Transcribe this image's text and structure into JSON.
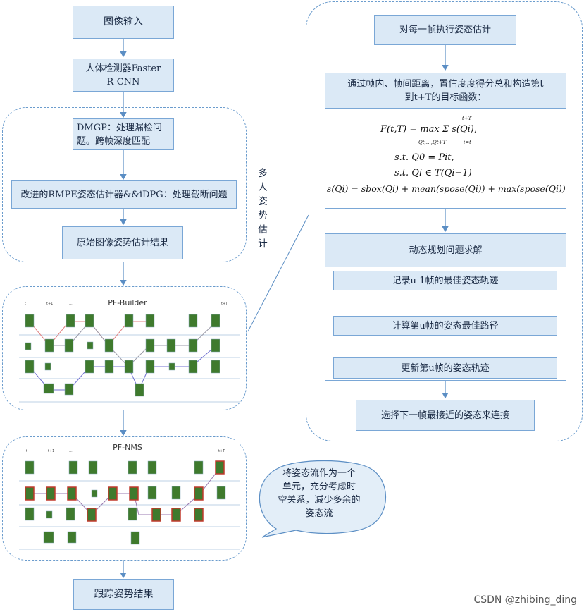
{
  "left": {
    "input": "图像输入",
    "detector": [
      "人体检测器Faster",
      "R-CNN"
    ],
    "dmgp": [
      "DMGP：处理漏检问",
      "题。跨帧深度匹配"
    ],
    "rmpe": "改进的RMPE姿态估计器&&iDPG：处理截断问题",
    "raw_result": "原始图像姿势估计结果",
    "group_label": [
      "多",
      "人",
      "姿",
      "势",
      "估",
      "计"
    ],
    "final": "跟踪姿势结果"
  },
  "pf_builder": {
    "title": "PF-Builder",
    "ticks": [
      "t",
      "t+1",
      "...",
      "t+T"
    ]
  },
  "pf_nms": {
    "title": "PF-NMS",
    "ticks": [
      "t",
      "t+1",
      "...",
      "t+T"
    ]
  },
  "bubble": [
    "将姿态流作为一个",
    "单元，充分考虑时",
    "空关系，减少多余的",
    "姿态流"
  ],
  "right": {
    "per_frame": "对每一帧执行姿态估计",
    "objective": [
      "通过帧内、帧间距离，置信度度得分总和构造第t",
      "到t+T的目标函数："
    ],
    "formula": {
      "l1": "F(t,T) = max Σ s(Qi),",
      "l1_sub": "Qt,…,Qt+T",
      "l1_sum_top": "t+T",
      "l1_sum_bot": "i=t",
      "l2": "s.t.  Q0 = Pit,",
      "l3": "s.t.  Qi ∈ T(Qi−1)",
      "l4": "s(Qi) = sbox(Qi) + mean(spose(Qi)) + max(spose(Qi))"
    },
    "dp_title": "动态规划问题求解",
    "dp_steps": [
      "记录u-1帧的最佳姿态轨迹",
      "计算第u帧的姿态最佳路径",
      "更新第u帧的姿态轨迹"
    ],
    "select": "选择下一帧最接近的姿态来连接"
  },
  "watermark": "CSDN @zhibing_ding",
  "colors": {
    "box_fill": "#dbe9f6",
    "box_border": "#7aa7d6",
    "arrow": "#5b8ec4",
    "dashed": "#6b9ccd"
  }
}
